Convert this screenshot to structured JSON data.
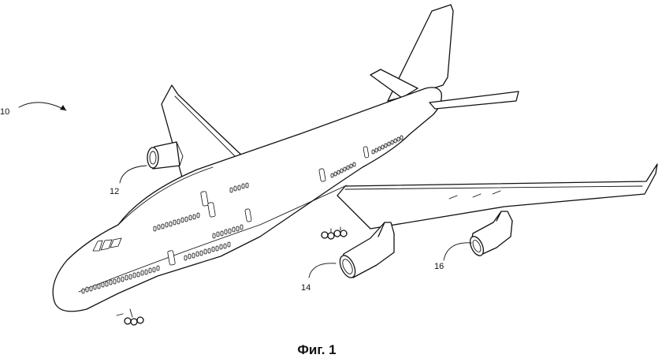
{
  "figure": {
    "caption": "Фиг. 1",
    "references": [
      {
        "id": "ref-10",
        "label": "10"
      },
      {
        "id": "ref-12",
        "label": "12"
      },
      {
        "id": "ref-14",
        "label": "14"
      },
      {
        "id": "ref-16",
        "label": "16"
      }
    ]
  }
}
